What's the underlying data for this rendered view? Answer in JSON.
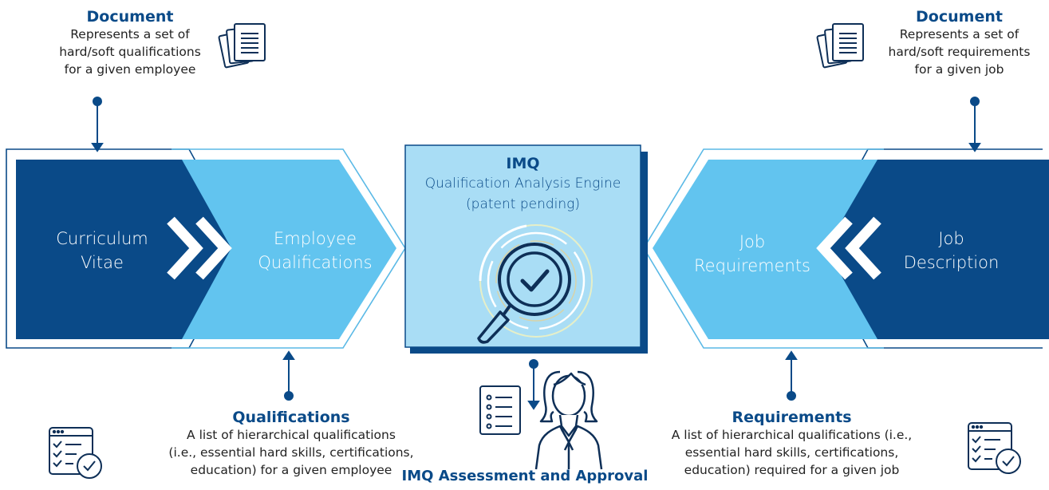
{
  "colors": {
    "navy": "#0a4a88",
    "light_blue": "#62c4ef",
    "pale_blue": "#a9ddf5",
    "outline": "#5ab9e6",
    "text_dark": "#222222"
  },
  "top_left": {
    "title": "Document",
    "lines": [
      "Represents a set of",
      "hard/soft qualifications",
      "for a given employee"
    ],
    "icon": "documents-icon"
  },
  "top_right": {
    "title": "Document",
    "lines": [
      "Represents a set of",
      "hard/soft requirements",
      "for a given job"
    ],
    "icon": "documents-icon"
  },
  "shapes": {
    "cv": [
      "Curriculum",
      "Vitae"
    ],
    "employee_qual": [
      "Employee",
      "Qualifications"
    ],
    "job_req": [
      "Job",
      "Requirements"
    ],
    "job_desc": [
      "Job",
      "Description"
    ]
  },
  "center": {
    "title": "IMQ",
    "line1": "Qualification Analysis Engine",
    "line2": "(patent pending)",
    "icon": "magnifier-check-icon"
  },
  "bottom_left": {
    "title": "Qualifications",
    "lines": [
      "A list of hierarchical qualifications",
      "(i.e., essential hard skills, certifications,",
      "education) for a given employee"
    ],
    "icon": "checklist-icon"
  },
  "bottom_right": {
    "title": "Requirements",
    "lines": [
      "A list of hierarchical qualifications (i.e.,",
      "essential hard skills, certifications,",
      "education) required for a given job"
    ],
    "icon": "checklist-icon"
  },
  "bottom_center": {
    "title": "IMQ Assessment and Approval",
    "icons": [
      "list-document-icon",
      "person-icon"
    ]
  }
}
